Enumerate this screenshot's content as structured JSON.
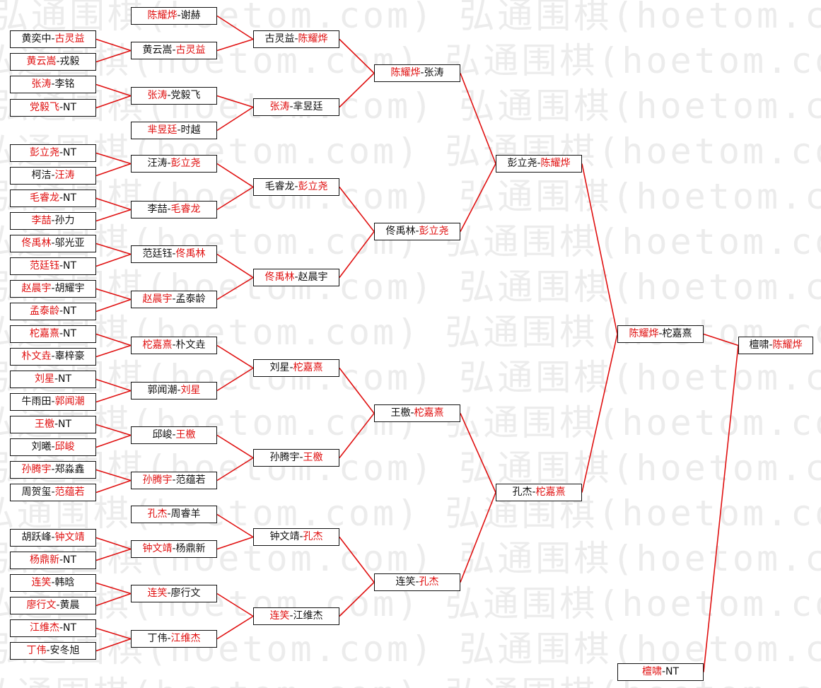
{
  "watermark": "弘通围棋(hoetom.com)",
  "colors": {
    "winner": "#e01010",
    "loser": "#111111",
    "connector": "#e01010"
  },
  "matches": [
    {
      "id": "r1m1",
      "p1": "黄奕中",
      "p2": "古灵益",
      "winner": 2
    },
    {
      "id": "r1m2",
      "p1": "黄云嵩",
      "p2": "戎毅",
      "winner": 1
    },
    {
      "id": "r1m3",
      "p1": "张涛",
      "p2": "李铭",
      "winner": 1
    },
    {
      "id": "r1m4",
      "p1": "党毅飞",
      "p2": "NT",
      "winner": 1
    },
    {
      "id": "r1m5",
      "p1": "彭立尧",
      "p2": "NT",
      "winner": 1
    },
    {
      "id": "r1m6",
      "p1": "柯洁",
      "p2": "汪涛",
      "winner": 2
    },
    {
      "id": "r1m7",
      "p1": "毛睿龙",
      "p2": "NT",
      "winner": 1
    },
    {
      "id": "r1m8",
      "p1": "李喆",
      "p2": "孙力",
      "winner": 1
    },
    {
      "id": "r1m9",
      "p1": "佟禹林",
      "p2": "邬光亚",
      "winner": 1
    },
    {
      "id": "r1m10",
      "p1": "范廷钰",
      "p2": "NT",
      "winner": 1
    },
    {
      "id": "r1m11",
      "p1": "赵晨宇",
      "p2": "胡耀宇",
      "winner": 1
    },
    {
      "id": "r1m12",
      "p1": "孟泰龄",
      "p2": "NT",
      "winner": 1
    },
    {
      "id": "r1m13",
      "p1": "柁嘉熹",
      "p2": "NT",
      "winner": 1
    },
    {
      "id": "r1m14",
      "p1": "朴文垚",
      "p2": "辜梓豪",
      "winner": 1
    },
    {
      "id": "r1m15",
      "p1": "刘星",
      "p2": "NT",
      "winner": 1
    },
    {
      "id": "r1m16",
      "p1": "牛雨田",
      "p2": "郭闻潮",
      "winner": 2
    },
    {
      "id": "r1m17",
      "p1": "王檄",
      "p2": "NT",
      "winner": 1
    },
    {
      "id": "r1m18",
      "p1": "刘曦",
      "p2": "邱峻",
      "winner": 2
    },
    {
      "id": "r1m19",
      "p1": "孙腾宇",
      "p2": "郑淼鑫",
      "winner": 1
    },
    {
      "id": "r1m20",
      "p1": "周贺玺",
      "p2": "范蕴若",
      "winner": 2
    },
    {
      "id": "r1m21",
      "p1": "胡跃峰",
      "p2": "钟文靖",
      "winner": 2
    },
    {
      "id": "r1m22",
      "p1": "杨鼎新",
      "p2": "NT",
      "winner": 1
    },
    {
      "id": "r1m23",
      "p1": "连笑",
      "p2": "韩晗",
      "winner": 1
    },
    {
      "id": "r1m24",
      "p1": "廖行文",
      "p2": "黄晨",
      "winner": 1
    },
    {
      "id": "r1m25",
      "p1": "江维杰",
      "p2": "NT",
      "winner": 1
    },
    {
      "id": "r1m26",
      "p1": "丁伟",
      "p2": "安冬旭",
      "winner": 1
    },
    {
      "id": "r2m1",
      "p1": "陈耀烨",
      "p2": "谢赫",
      "winner": 1
    },
    {
      "id": "r2m2",
      "p1": "黄云嵩",
      "p2": "古灵益",
      "winner": 2
    },
    {
      "id": "r2m3",
      "p1": "张涛",
      "p2": "党毅飞",
      "winner": 1
    },
    {
      "id": "r2m4",
      "p1": "芈昱廷",
      "p2": "时越",
      "winner": 1
    },
    {
      "id": "r2m5",
      "p1": "汪涛",
      "p2": "彭立尧",
      "winner": 2
    },
    {
      "id": "r2m6",
      "p1": "李喆",
      "p2": "毛睿龙",
      "winner": 2
    },
    {
      "id": "r2m7",
      "p1": "范廷钰",
      "p2": "佟禹林",
      "winner": 2
    },
    {
      "id": "r2m8",
      "p1": "赵晨宇",
      "p2": "孟泰龄",
      "winner": 1
    },
    {
      "id": "r2m9",
      "p1": "柁嘉熹",
      "p2": "朴文垚",
      "winner": 1
    },
    {
      "id": "r2m10",
      "p1": "郭闻潮",
      "p2": "刘星",
      "winner": 2
    },
    {
      "id": "r2m11",
      "p1": "邱峻",
      "p2": "王檄",
      "winner": 2
    },
    {
      "id": "r2m12",
      "p1": "孙腾宇",
      "p2": "范蕴若",
      "winner": 1
    },
    {
      "id": "r2m13",
      "p1": "孔杰",
      "p2": "周睿羊",
      "winner": 1
    },
    {
      "id": "r2m14",
      "p1": "钟文靖",
      "p2": "杨鼎新",
      "winner": 1
    },
    {
      "id": "r2m15",
      "p1": "连笑",
      "p2": "廖行文",
      "winner": 1
    },
    {
      "id": "r2m16",
      "p1": "丁伟",
      "p2": "江维杰",
      "winner": 2
    },
    {
      "id": "r3m1",
      "p1": "古灵益",
      "p2": "陈耀烨",
      "winner": 2
    },
    {
      "id": "r3m2",
      "p1": "张涛",
      "p2": "芈昱廷",
      "winner": 1
    },
    {
      "id": "r3m3",
      "p1": "毛睿龙",
      "p2": "彭立尧",
      "winner": 2
    },
    {
      "id": "r3m4",
      "p1": "佟禹林",
      "p2": "赵晨宇",
      "winner": 1
    },
    {
      "id": "r3m5",
      "p1": "刘星",
      "p2": "柁嘉熹",
      "winner": 2
    },
    {
      "id": "r3m6",
      "p1": "孙腾宇",
      "p2": "王檄",
      "winner": 2
    },
    {
      "id": "r3m7",
      "p1": "钟文靖",
      "p2": "孔杰",
      "winner": 2
    },
    {
      "id": "r3m8",
      "p1": "连笑",
      "p2": "江维杰",
      "winner": 1
    },
    {
      "id": "r4m1",
      "p1": "陈耀烨",
      "p2": "张涛",
      "winner": 1
    },
    {
      "id": "r4m2",
      "p1": "佟禹林",
      "p2": "彭立尧",
      "winner": 2
    },
    {
      "id": "r4m3",
      "p1": "王檄",
      "p2": "柁嘉熹",
      "winner": 2
    },
    {
      "id": "r4m4",
      "p1": "连笑",
      "p2": "孔杰",
      "winner": 2
    },
    {
      "id": "r5m1",
      "p1": "彭立尧",
      "p2": "陈耀烨",
      "winner": 2
    },
    {
      "id": "r5m2",
      "p1": "孔杰",
      "p2": "柁嘉熹",
      "winner": 2
    },
    {
      "id": "r6m1",
      "p1": "陈耀烨",
      "p2": "柁嘉熹",
      "winner": 1
    },
    {
      "id": "r7m1",
      "p1": "檀啸",
      "p2": "陈耀烨",
      "winner": 2
    },
    {
      "id": "bye1",
      "p1": "檀啸",
      "p2": "NT",
      "winner": 1
    }
  ]
}
